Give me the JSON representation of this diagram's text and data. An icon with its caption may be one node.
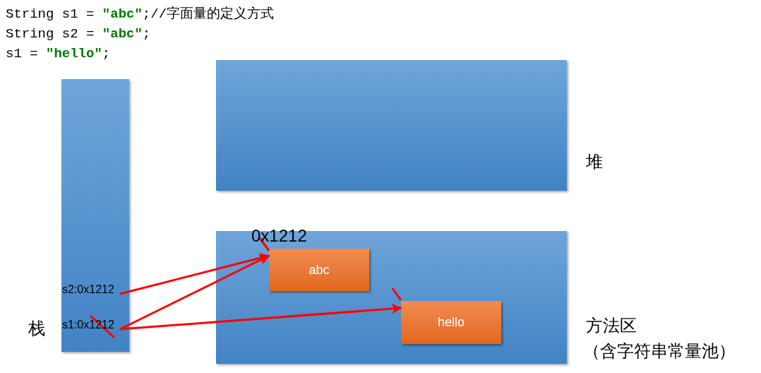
{
  "diagram": {
    "nodes": [
      {
        "text": [],
        "shape": "bar",
        "beside": [
          "栈"
        ]
      },
      {
        "text": [
          "s2:0x1212"
        ],
        "in": 0
      },
      {
        "text": [
          "s1:0x1212"
        ],
        "in": 0
      },
      {
        "text": [],
        "shape": "box",
        "beside": [
          "堆"
        ]
      },
      {
        "text": [],
        "shape": "box",
        "beside": [
          "方法区",
          "（含字符串常量池）"
        ]
      },
      {
        "text": [
          "abc"
        ],
        "in": 4,
        "beside": [
          "0x1212"
        ]
      },
      {
        "text": [
          "hello"
        ],
        "in": 4
      }
    ],
    "edges": [
      {
        "from": 1,
        "to": 5,
        "arrow": "to",
        "color": "#ff0000"
      },
      {
        "from": 2,
        "to": 5,
        "arrow": "to",
        "color": "#ff0000"
      },
      {
        "from": 2,
        "to": 6,
        "arrow": "to",
        "color": "#ff0000"
      }
    ],
    "labels": [
      "String s1 = **\"abc\"**;//字面量的定义方式",
      "String s2 = **\"abc\"**;",
      "s1 = **\"hello\"**;"
    ]
  }
}
